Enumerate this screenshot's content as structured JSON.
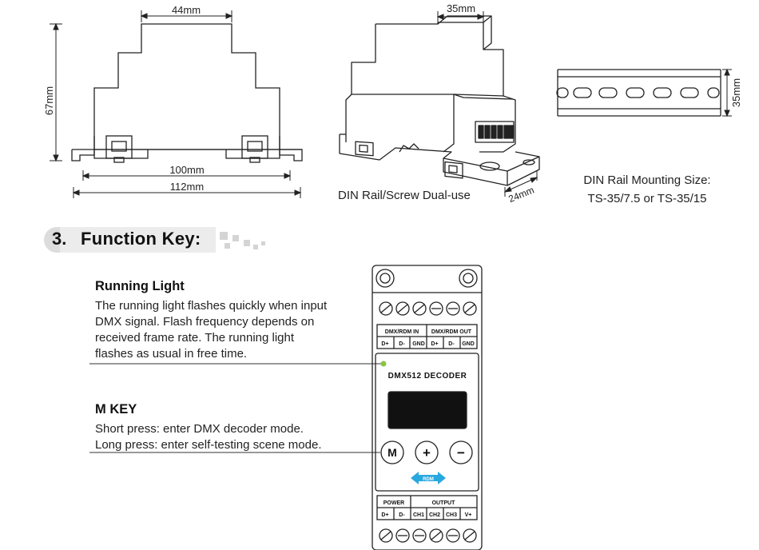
{
  "dimensions": {
    "front_width": "44mm",
    "front_height": "67mm",
    "base_inner": "100mm",
    "base_outer": "112mm",
    "iso_top": "35mm",
    "iso_depth": "24mm",
    "rail_height": "35mm"
  },
  "captions": {
    "dual_use": "DIN Rail/Screw Dual-use",
    "mounting_line1": "DIN Rail Mounting Size:",
    "mounting_line2": "TS-35/7.5 or TS-35/15"
  },
  "section": {
    "number": "3.",
    "title": "Function Key:"
  },
  "running_light": {
    "heading": "Running Light",
    "lines": [
      "The running light flashes quickly when input",
      "DMX signal. Flash frequency depends on",
      "received frame rate. The running light",
      "flashes as usual in free time."
    ]
  },
  "m_key": {
    "heading": "M KEY",
    "lines": [
      "Short press: enter DMX decoder mode.",
      "Long press: enter self-testing scene mode."
    ]
  },
  "device": {
    "label_in": "DMX/RDM IN",
    "label_out": "DMX/RDM OUT",
    "pins_top": [
      "D+",
      "D-",
      "GND",
      "D+",
      "D-",
      "GND"
    ],
    "name": "DMX512 DECODER",
    "btn_m": "M",
    "btn_plus": "+",
    "btn_minus": "−",
    "rdm": "RDM",
    "label_power": "POWER",
    "label_output": "OUTPUT",
    "pins_bottom": [
      "D+",
      "D-",
      "CH1",
      "CH2",
      "CH3",
      "V+"
    ]
  },
  "colors": {
    "line": "#222222",
    "led": "#8ac43f",
    "rdm": "#29a8df",
    "section_badge": "#dcdcdc"
  }
}
